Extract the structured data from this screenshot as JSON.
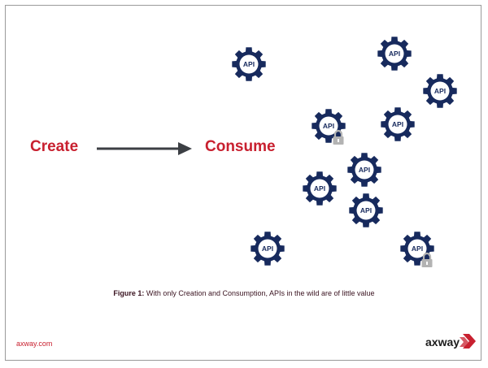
{
  "colors": {
    "accent_red": "#c8202f",
    "gear_navy": "#172a5d",
    "arrow_gray": "#3c3f44",
    "lock_gray": "#b3b3b3",
    "text_dark": "#3a1320",
    "footer_text": "#c8202f",
    "logo_text": "#1c1c1c"
  },
  "diagram": {
    "create_label": "Create",
    "consume_label": "Consume",
    "api_label": "API",
    "gears": [
      {
        "name": "api-gear-1",
        "locked": false
      },
      {
        "name": "api-gear-2",
        "locked": false
      },
      {
        "name": "api-gear-3",
        "locked": false
      },
      {
        "name": "api-gear-4",
        "locked": true
      },
      {
        "name": "api-gear-5",
        "locked": false
      },
      {
        "name": "api-gear-6",
        "locked": false
      },
      {
        "name": "api-gear-7",
        "locked": false
      },
      {
        "name": "api-gear-8",
        "locked": false
      },
      {
        "name": "api-gear-9",
        "locked": false
      },
      {
        "name": "api-gear-10",
        "locked": true
      }
    ]
  },
  "caption": {
    "figure_label": "Figure 1:",
    "text": " With only Creation and Consumption, APIs in the wild are of little value"
  },
  "footer": {
    "site": "axway.com",
    "logo_text": "axway",
    "logo_icon": "axway-chevron-logo-icon"
  }
}
